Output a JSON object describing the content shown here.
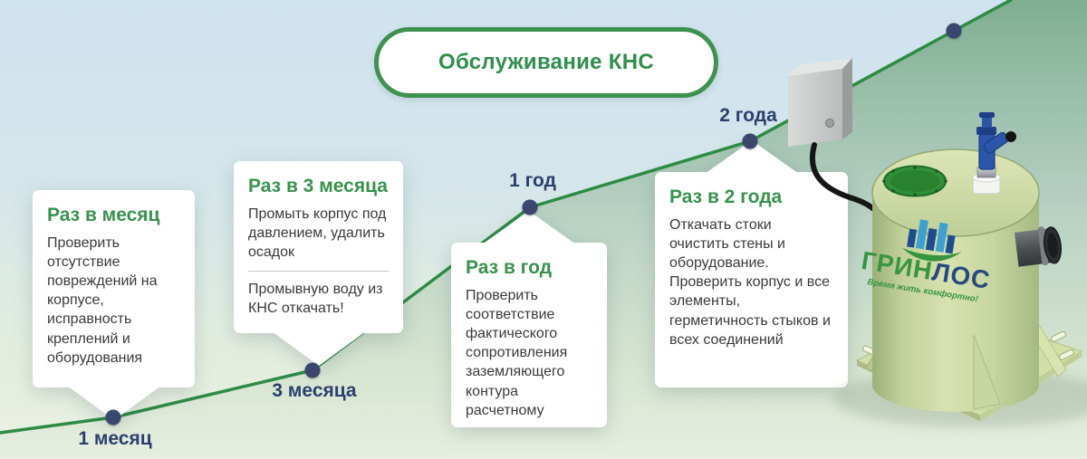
{
  "title": "Обслуживание КНС",
  "milestones": [
    {
      "time_label": "1 месяц",
      "card_title": "Раз в месяц",
      "card_body": "Проверить отсутствие повреждений на корпусе, исправность креплений и оборудования"
    },
    {
      "time_label": "3 месяца",
      "card_title": "Раз в 3 месяца",
      "card_body": "Промыть корпус под давлением, удалить осадок",
      "card_note": "Промывную воду из КНС откачать!"
    },
    {
      "time_label": "1 год",
      "card_title": "Раз в год",
      "card_body": "Проверить соответствие фактического сопротивления заземляющего контура расчетному"
    },
    {
      "time_label": "2 года",
      "card_title": "Раз в 2 года",
      "card_body": "Откачать стоки очистить стены и оборудование. Проверить корпус и все элементы, герметичность стыков и всех соединений"
    }
  ],
  "logo": {
    "brand_part_green": "ГРИН",
    "brand_part_blue": "ЛОС",
    "tagline": "Время жить комфортно!"
  },
  "colors": {
    "accent_green": "#2f8f4c",
    "line_green": "#2e8b44",
    "navy": "#2b3f6d",
    "brand_blue": "#27497e",
    "tank_body": "#c6d4a0"
  }
}
